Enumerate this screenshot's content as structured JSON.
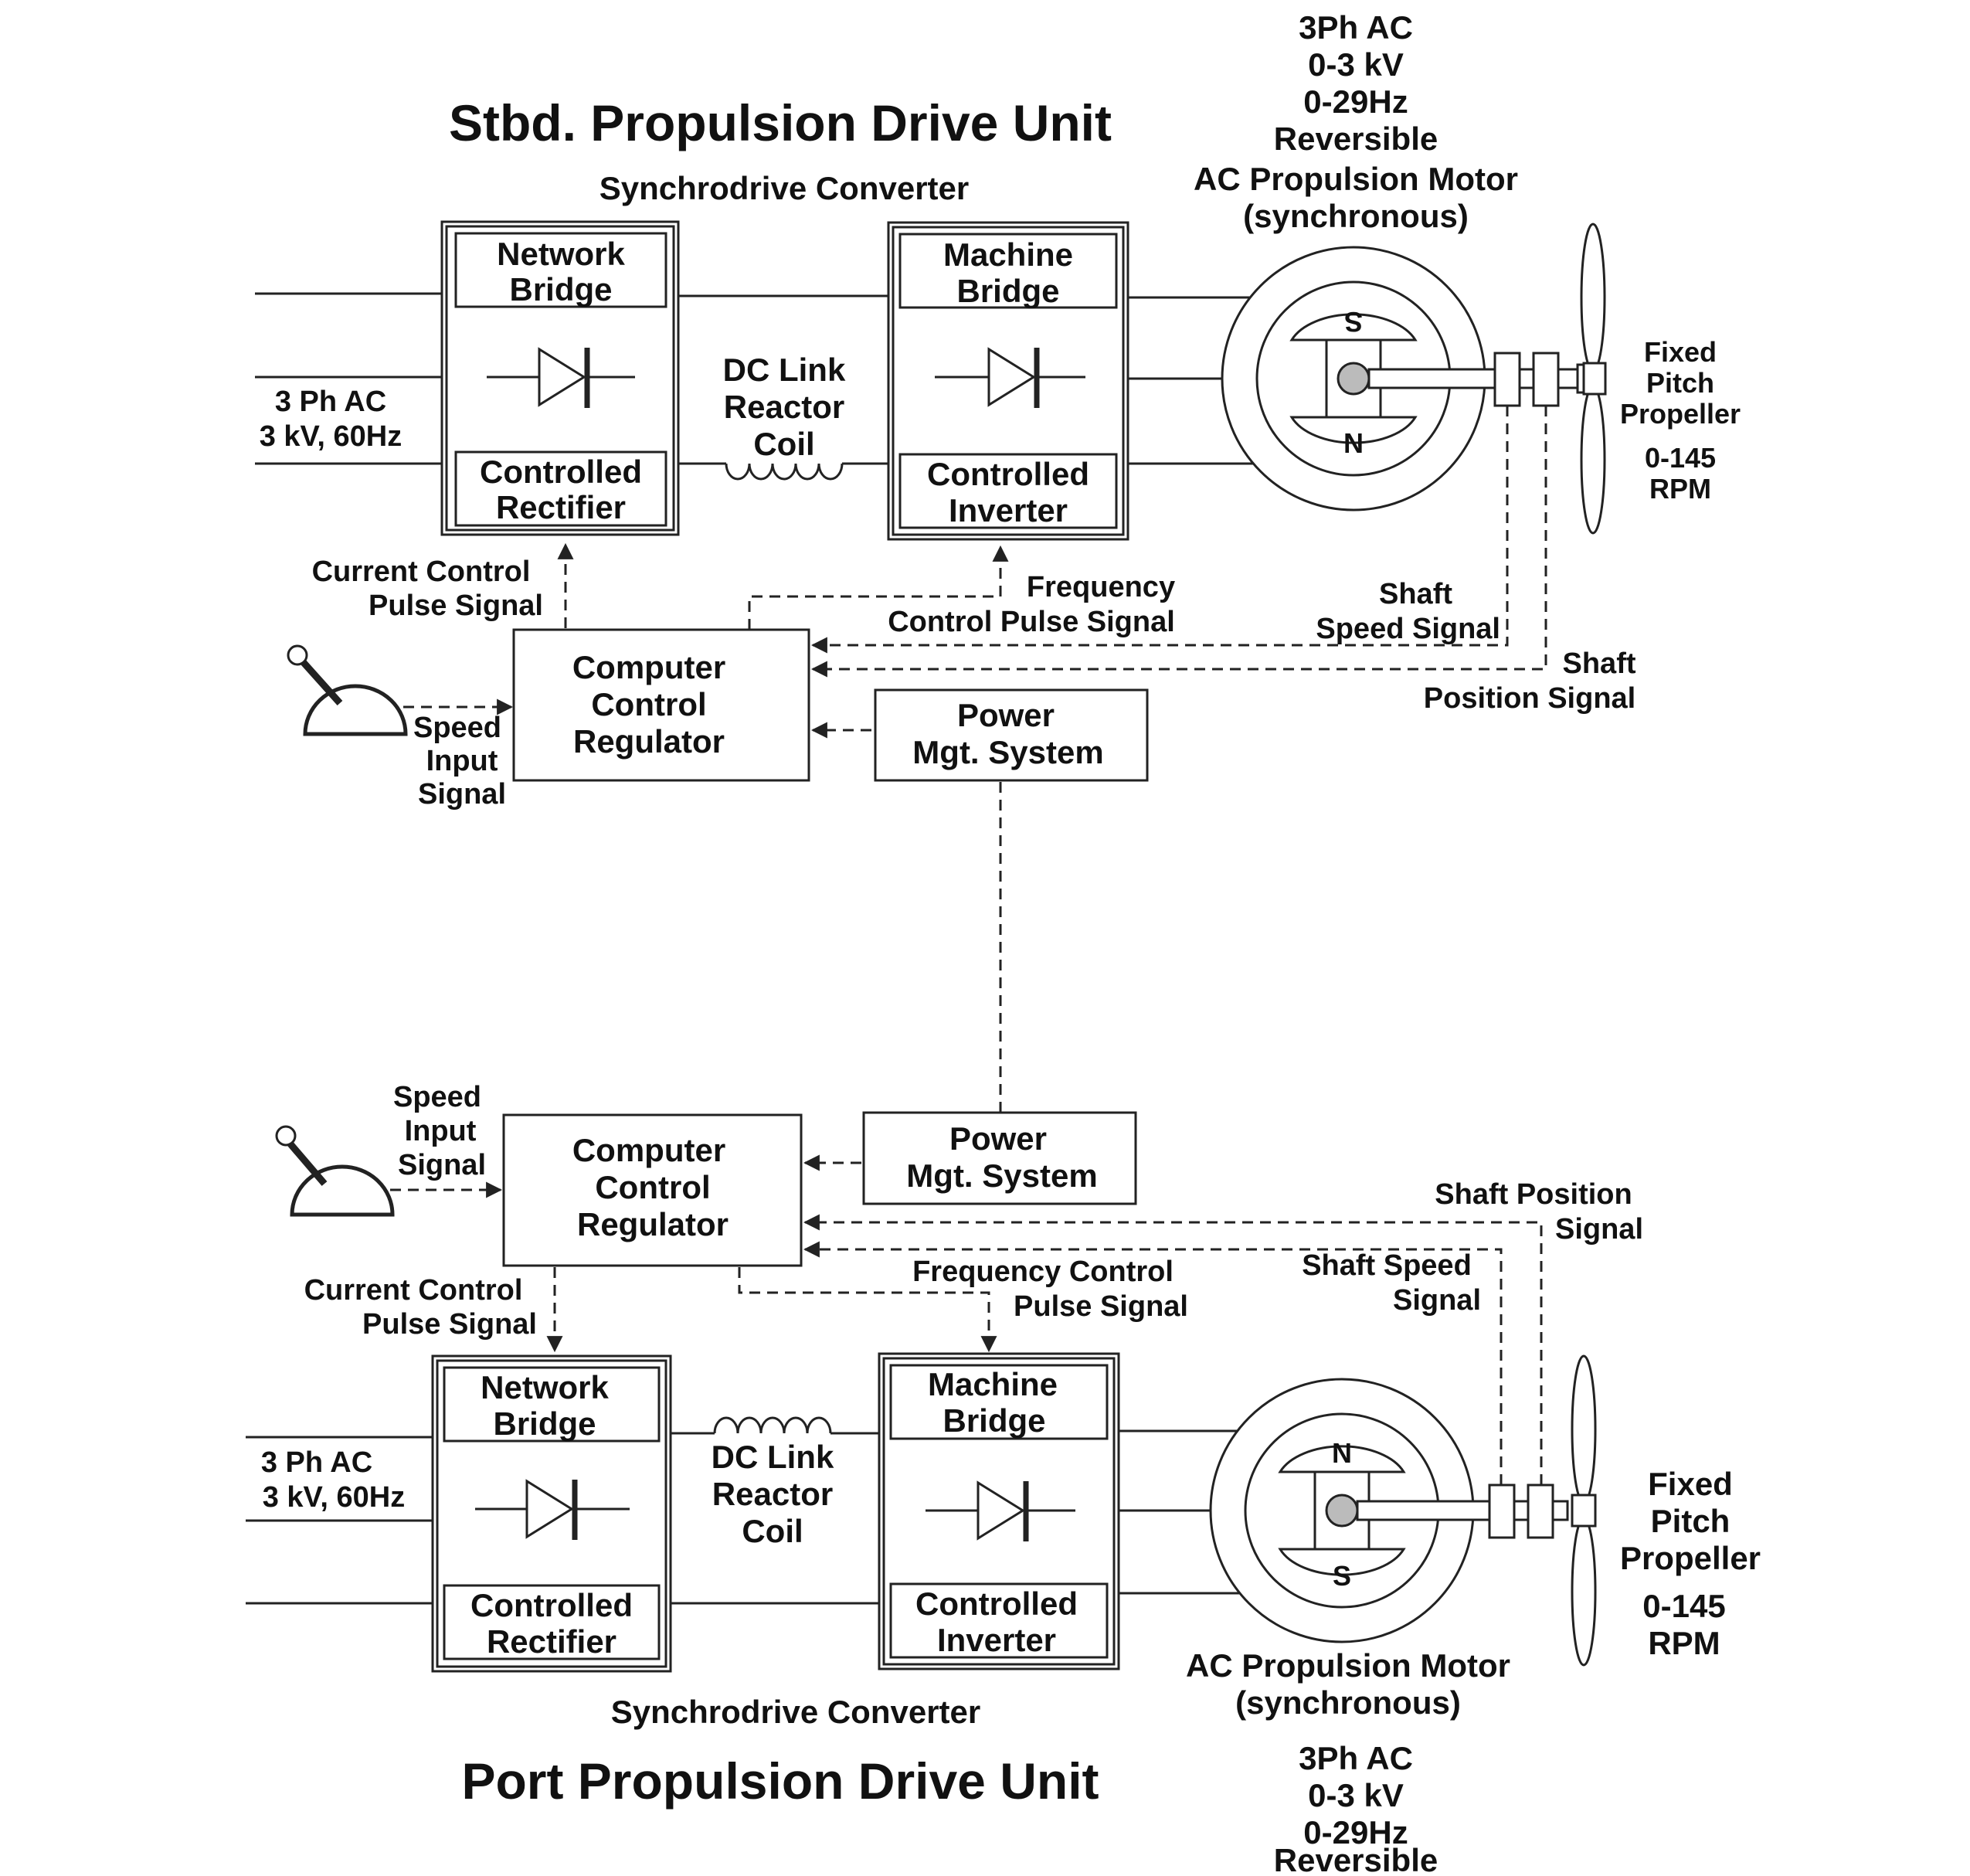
{
  "stbd": {
    "title": "Stbd. Propulsion Drive Unit",
    "converter_label": "Synchrodrive Converter",
    "network_bridge": [
      "Network",
      "Bridge"
    ],
    "controlled_rectifier": [
      "Controlled",
      "Rectifier"
    ],
    "machine_bridge": [
      "Machine",
      "Bridge"
    ],
    "controlled_inverter": [
      "Controlled",
      "Inverter"
    ],
    "dc_link": [
      "DC Link",
      "Reactor",
      "Coil"
    ],
    "supply": [
      "3 Ph AC",
      "3 kV, 60Hz"
    ],
    "motor_spec": [
      "3Ph AC",
      "0-3 kV",
      "0-29Hz",
      "Reversible",
      "AC Propulsion Motor",
      "(synchronous)"
    ],
    "propeller": [
      "Fixed",
      "Pitch",
      "Propeller",
      "0-145",
      "RPM"
    ],
    "current_control": [
      "Current Control",
      "Pulse Signal"
    ],
    "frequency_control": [
      "Frequency",
      "Control Pulse Signal"
    ],
    "shaft_speed": [
      "Shaft",
      "Speed Signal"
    ],
    "shaft_position": [
      "Shaft",
      "Position Signal"
    ],
    "regulator": [
      "Computer",
      "Control",
      "Regulator"
    ],
    "power_mgt": [
      "Power",
      "Mgt. System"
    ],
    "speed_input": [
      "Speed",
      "Input",
      "Signal"
    ],
    "pole_top": "S",
    "pole_bottom": "N"
  },
  "port": {
    "title": "Port Propulsion Drive Unit",
    "converter_label": "Synchrodrive Converter",
    "network_bridge": [
      "Network",
      "Bridge"
    ],
    "controlled_rectifier": [
      "Controlled",
      "Rectifier"
    ],
    "machine_bridge": [
      "Machine",
      "Bridge"
    ],
    "controlled_inverter": [
      "Controlled",
      "Inverter"
    ],
    "dc_link": [
      "DC Link",
      "Reactor",
      "Coil"
    ],
    "supply": [
      "3 Ph AC",
      "3 kV, 60Hz"
    ],
    "motor_name": [
      "AC Propulsion Motor",
      "(synchronous)"
    ],
    "motor_spec": [
      "3Ph AC",
      "0-3 kV",
      "0-29Hz",
      "Reversible"
    ],
    "propeller": [
      "Fixed",
      "Pitch",
      "Propeller",
      "0-145",
      "RPM"
    ],
    "current_control": [
      "Current Control",
      "Pulse Signal"
    ],
    "frequency_control": [
      "Frequency Control",
      "Pulse Signal"
    ],
    "shaft_speed": [
      "Shaft Speed",
      "Signal"
    ],
    "shaft_position": [
      "Shaft Position",
      "Signal"
    ],
    "regulator": [
      "Computer",
      "Control",
      "Regulator"
    ],
    "power_mgt": [
      "Power",
      "Mgt. System"
    ],
    "speed_input": [
      "Speed",
      "Input",
      "Signal"
    ],
    "pole_top": "N",
    "pole_bottom": "S"
  }
}
